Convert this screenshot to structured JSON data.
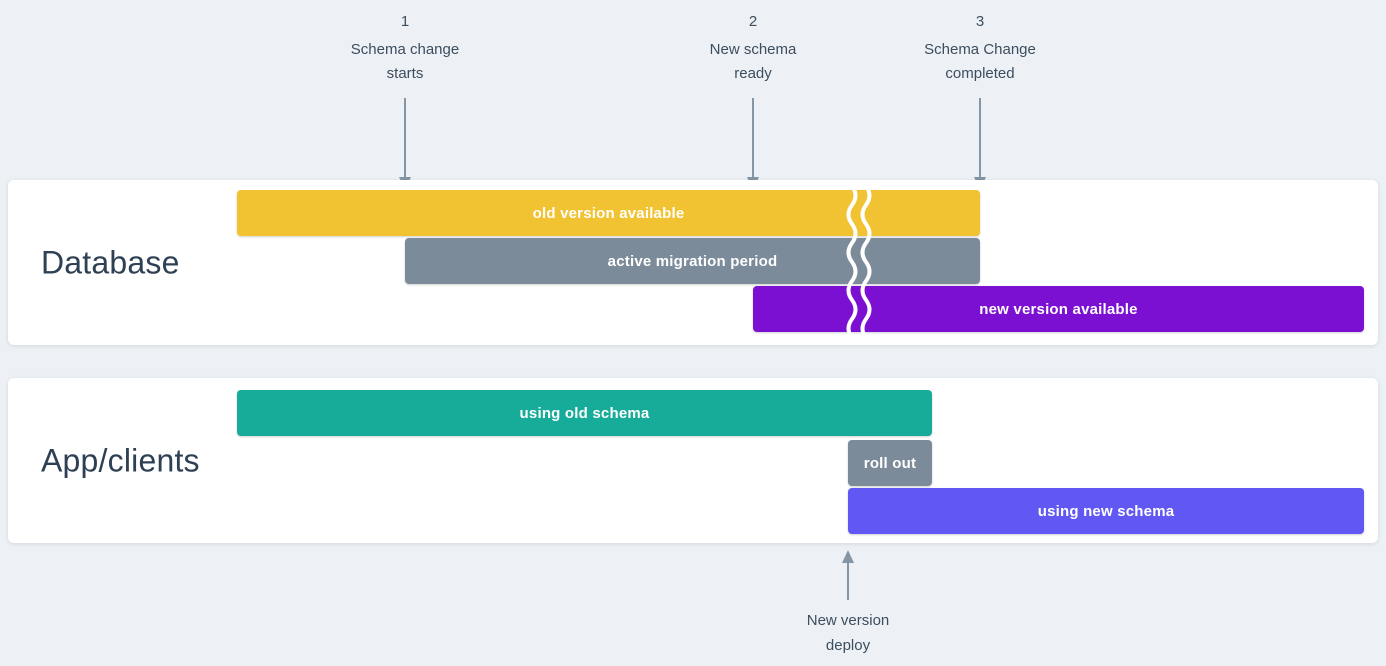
{
  "colors": {
    "background": "#edf1f5",
    "card": "#ffffff",
    "label_text": "#2e4053",
    "annotation_text": "#3c4d5e",
    "arrow": "#8496a5",
    "bar_text": "#ffffff",
    "yellow": "#f1c232",
    "slate": "#7c8b99",
    "purple": "#7c10d2",
    "teal": "#17ab99",
    "indigo": "#6158f4"
  },
  "milestones": [
    {
      "number": "1",
      "line1": "Schema change",
      "line2": "starts"
    },
    {
      "number": "2",
      "line1": "New schema",
      "line2": "ready"
    },
    {
      "number": "3",
      "line1": "Schema Change",
      "line2": "completed"
    }
  ],
  "rows": [
    {
      "label": "Database",
      "bars": [
        {
          "label": "old version available"
        },
        {
          "label": "active migration period"
        },
        {
          "label": "new version available"
        }
      ]
    },
    {
      "label": "App/clients",
      "bars": [
        {
          "label": "using old schema"
        },
        {
          "label": "roll out"
        },
        {
          "label": "using new schema"
        }
      ]
    }
  ],
  "deploy_annotation": {
    "line1": "New version",
    "line2": "deploy"
  }
}
